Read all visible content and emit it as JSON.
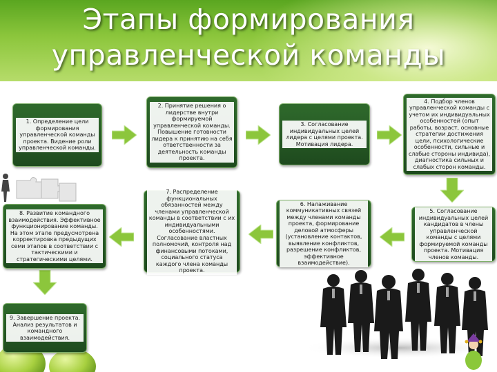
{
  "title": {
    "line1": "Этапы формирования",
    "line2": "управленческой команды"
  },
  "steps": [
    {
      "id": "step-1",
      "text": "1. Определение цели формирования управленческой команды проекта. Видение роли управленческой команды."
    },
    {
      "id": "step-2",
      "text": "2. Принятие решения о лидерстве внутри формируемой управленческой команды. Повышение готовности лидера к принятию на себя ответственности за деятельность команды проекта."
    },
    {
      "id": "step-3",
      "text": "3. Согласование индивидуальных целей лидера с целями проекта. Мотивация лидера."
    },
    {
      "id": "step-4",
      "text": "4. Подбор членов управленческой команды с учетом их индивидуальных особенностей (опыт работы, возраст, основные стратегии достижения цели, психологические особенности, сильные и слабые стороны индивида), диагностика сильных и слабых сторон команды."
    },
    {
      "id": "step-5",
      "text": "5. Согласование индивидуальных целей кандидатов в члены управленческой команды с целями формируемой команды проекта. Мотивация членов команды."
    },
    {
      "id": "step-6",
      "text": "6. Налаживание коммуникативных связей между членами команды проекта, формирование деловой атмосферы (установление контактов, выявление конфликтов, разрешение конфликтов, эффективное взаимодействие)."
    },
    {
      "id": "step-7",
      "text": "7. Распределение функциональных обязанностей между членами управленческой команды в соответствии с их индивидуальными особенностями. Согласование властных полномочий, контроля над финансовыми потоками, социального статуса каждого члена команды проекта."
    },
    {
      "id": "step-8",
      "text": "8. Развитие командного взаимодействия. Эффективное функционирование команды. На этом этапе предусмотрена корректировка предыдущих семи этапов в соответствии с тактическими и стратегическими целями."
    },
    {
      "id": "step-9",
      "text": "9. Завершение проекта. Анализ результатов и командного взаимодействия."
    }
  ],
  "colors": {
    "header_dark": "#5aa620",
    "header_light": "#b6dc6a",
    "box_fill": "#1e4a1e",
    "arrow": "#8cc63c",
    "title_text": "#ffffff"
  },
  "icons": [
    "right-arrow-icon",
    "down-arrow-icon",
    "left-arrow-icon",
    "businessmen-silhouettes",
    "puzzle-people",
    "green-apples",
    "jester-figure"
  ]
}
